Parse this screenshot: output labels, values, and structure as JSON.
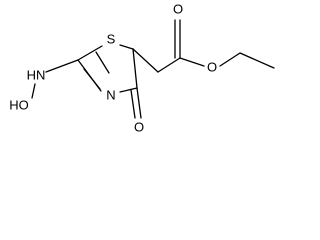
{
  "molecule": {
    "atoms": {
      "sulfur": "S",
      "ring_nitrogen": "N",
      "amine": "HN",
      "hydroxyl": "HO",
      "keto_oxygen": "O",
      "carbonyl_oxygen": "O",
      "ester_oxygen": "O"
    }
  }
}
